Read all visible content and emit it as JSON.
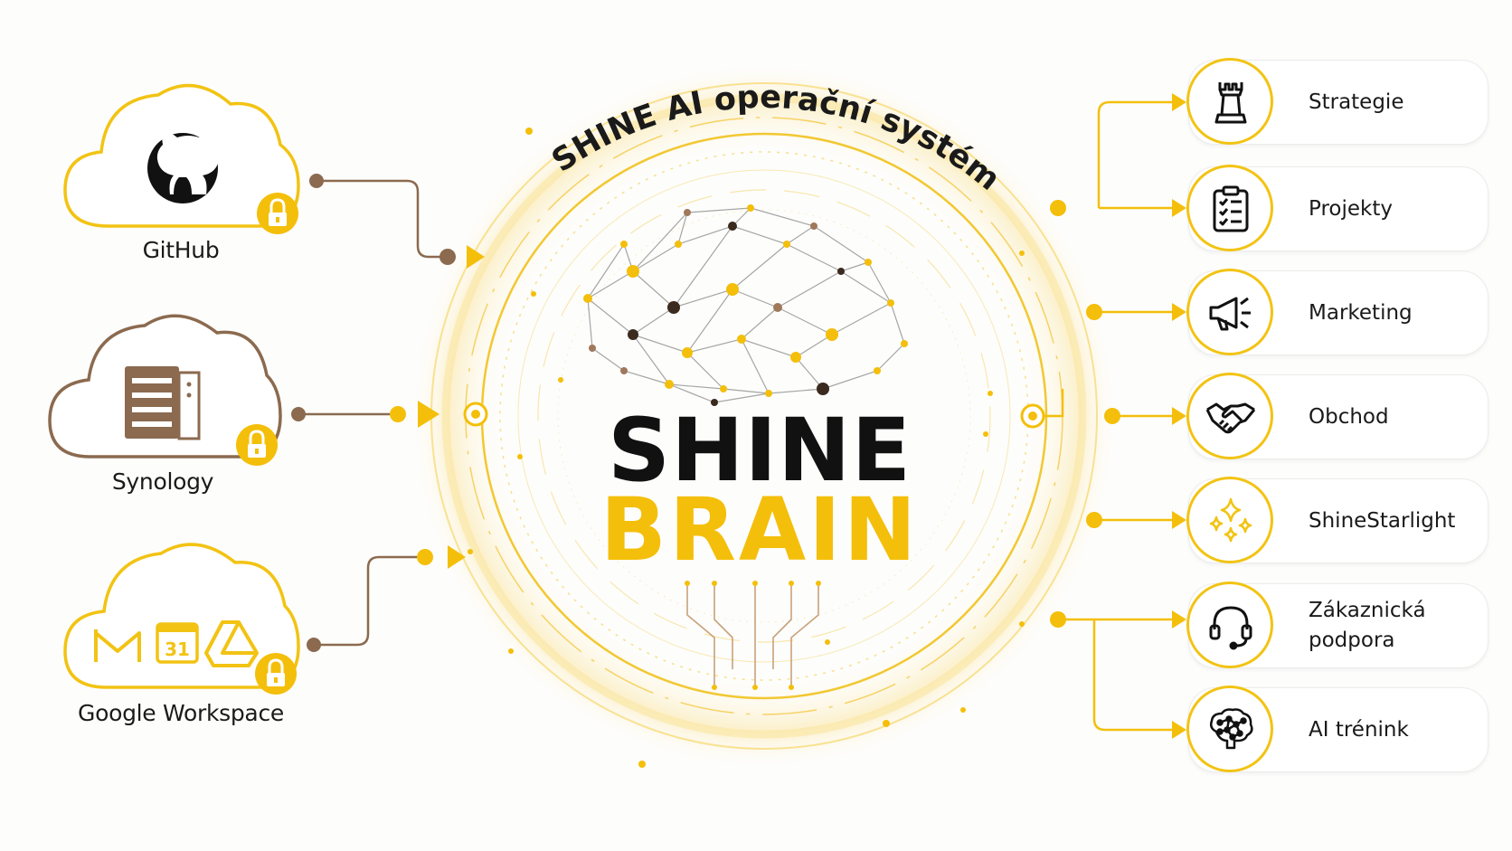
{
  "arc_title": "SHINE AI operační systém",
  "center": {
    "line1": "SHINE",
    "line2": "BRAIN"
  },
  "sources": [
    {
      "label": "GitHub",
      "icon": "github-icon",
      "locked": true
    },
    {
      "label": "Synology",
      "icon": "server-icon",
      "locked": true
    },
    {
      "label": "Google Workspace",
      "icon": "workspace-icons",
      "calendar_day": "31",
      "locked": true
    }
  ],
  "modules": [
    {
      "label": "Strategie",
      "icon": "chess-rook-icon"
    },
    {
      "label": "Projekty",
      "icon": "clipboard-checklist-icon"
    },
    {
      "label": "Marketing",
      "icon": "megaphone-icon"
    },
    {
      "label": "Obchod",
      "icon": "handshake-icon"
    },
    {
      "label": "ShineStarlight",
      "icon": "sparkles-icon"
    },
    {
      "label": "Zákaznická\npodpora",
      "icon": "headset-icon"
    },
    {
      "label": "AI trénink",
      "icon": "brain-network-icon"
    }
  ],
  "colors": {
    "accent": "#f4bf0a",
    "brown": "#8b6a4f",
    "dark": "#111111"
  }
}
